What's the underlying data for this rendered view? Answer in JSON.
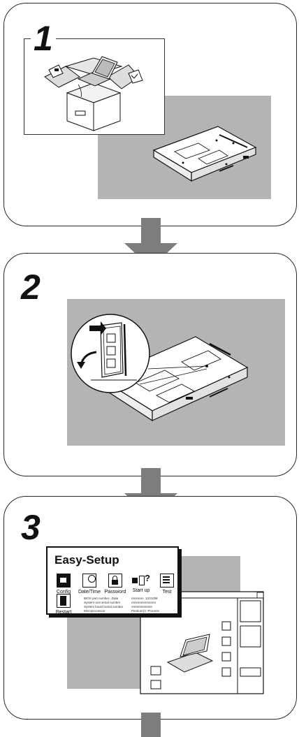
{
  "steps": [
    {
      "number": "1"
    },
    {
      "number": "2"
    },
    {
      "number": "3"
    }
  ],
  "easy_setup": {
    "title": "Easy-Setup",
    "icons": [
      {
        "label": "Config",
        "icon": "config-icon"
      },
      {
        "label": "Date/Time",
        "icon": "clock-icon"
      },
      {
        "label": "Password",
        "icon": "lock-icon"
      },
      {
        "label": "Start up",
        "icon": "startup-icon"
      },
      {
        "label": "Test",
        "icon": "test-icon"
      },
      {
        "label": "Restart",
        "icon": "door-icon"
      }
    ],
    "info_left": "BIOS part number...Date\nSystem-unit serial number\nSystem board serial number\nMicroprocessor",
    "info_right": "nnnnnnn  12/31/98\nnnnnnnnnnnnnnn\nnnnnnnnnnnnn\nPentium(r)  Process"
  },
  "colors": {
    "panel_border": "#2a2a2a",
    "gray_background": "#b4b4b4",
    "arrow": "#7d7d7d"
  }
}
